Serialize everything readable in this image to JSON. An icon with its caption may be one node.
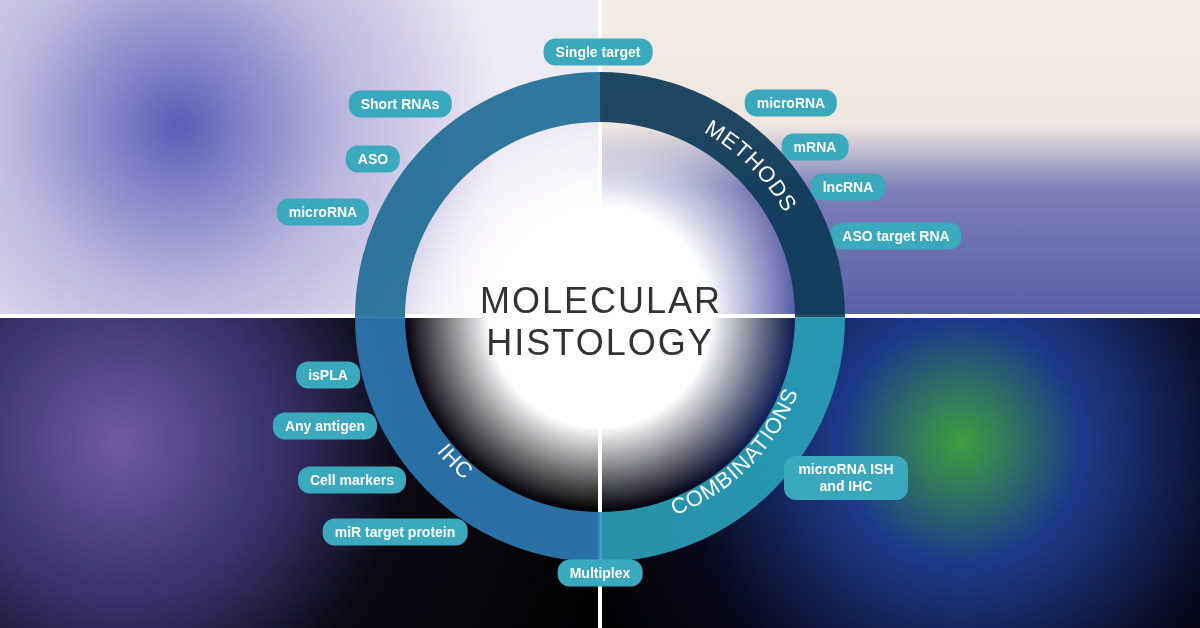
{
  "diagram": {
    "title": "MOLECULAR HISTOLOGY",
    "nodes": [
      {
        "text": [
          "Single target"
        ]
      },
      {
        "text": [
          "Short RNAs"
        ]
      },
      {
        "text": [
          "ASO"
        ]
      },
      {
        "text": [
          "microRNA"
        ]
      },
      {
        "text": [
          "microRNA"
        ]
      },
      {
        "text": [
          "mRNA"
        ]
      },
      {
        "text": [
          "lncRNA"
        ]
      },
      {
        "text": [
          "ASO target RNA"
        ]
      },
      {
        "text": [],
        "shape": "band"
      },
      {
        "text": [
          "METHODS"
        ]
      },
      {
        "text": [
          "IHC"
        ]
      },
      {
        "text": [
          "COMBINATIONS"
        ]
      },
      {
        "text": [
          "isPLA"
        ]
      },
      {
        "text": [
          "Any antigen"
        ]
      },
      {
        "text": [
          "Cell markers"
        ]
      },
      {
        "text": [
          "miR target protein"
        ]
      },
      {
        "text": [
          "microRNA ISH and IHC"
        ]
      },
      {
        "text": [
          "Multiplex"
        ]
      }
    ]
  }
}
